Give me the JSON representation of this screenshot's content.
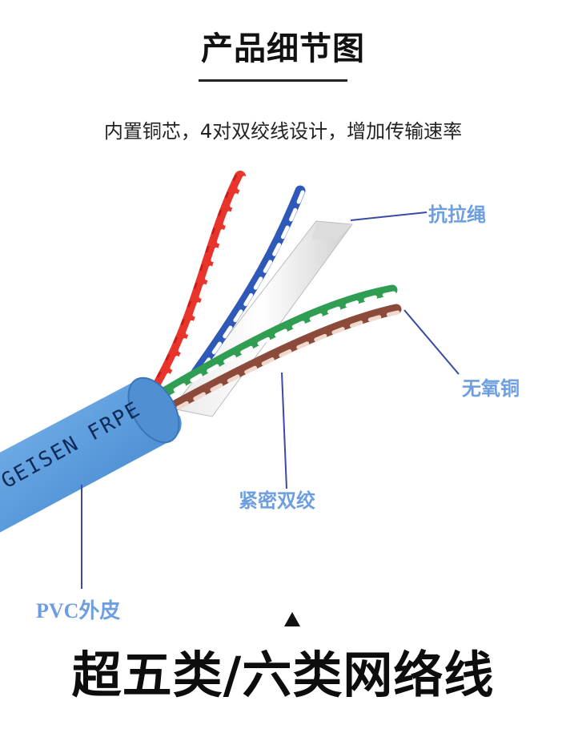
{
  "header": {
    "title": "产品细节图",
    "subtitle": "内置铜芯，4对双绞线设计，增加传输速率"
  },
  "callouts": {
    "kangla": "抗拉绳",
    "wuyang": "无氧铜",
    "jinmi": "紧密双绞",
    "pvc": "PVC外皮"
  },
  "cable": {
    "jacket_print": "GEISEN FRPE",
    "jacket_color": "#5a9bdc",
    "pair_colors": [
      "#e8342a",
      "#2f59b8",
      "#2f9e52",
      "#8b4a3a"
    ],
    "callout_color": "#6d9ee0"
  },
  "footer": {
    "title": "超五类/六类网络线"
  }
}
